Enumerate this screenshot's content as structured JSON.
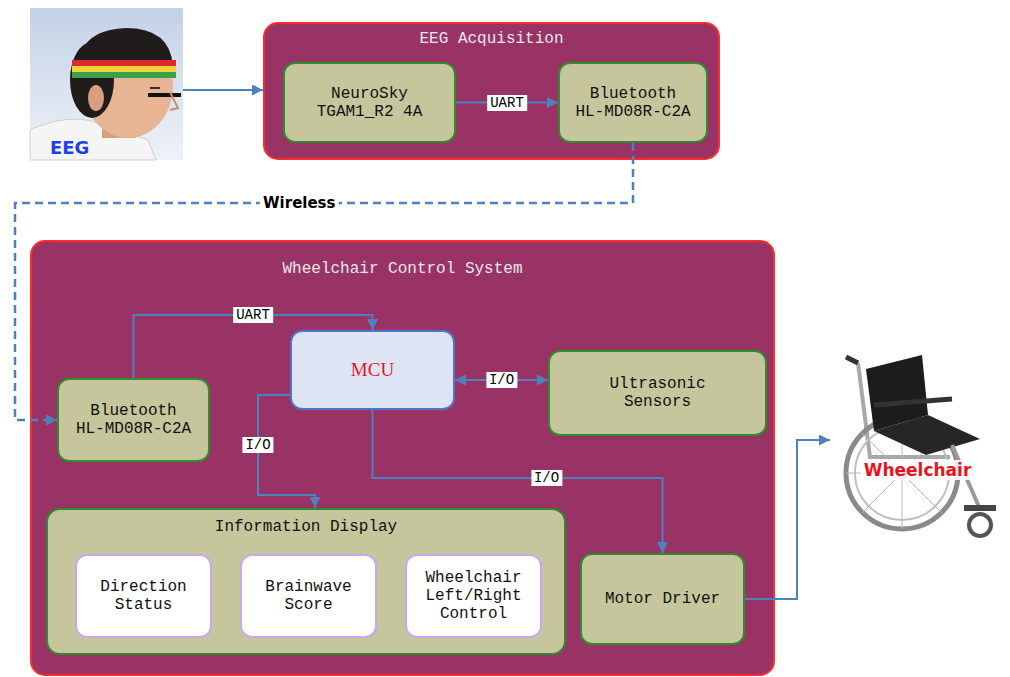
{
  "diagram": {
    "nodes": [
      {
        "text": [
          "EEG"
        ]
      },
      {
        "text": [
          "EEG Acquisition"
        ]
      },
      {
        "text": [
          "NeuroSky TGAM1_R2 4A"
        ],
        "in": 1
      },
      {
        "text": [
          "Bluetooth HL-MD08R-C2A"
        ],
        "in": 1
      },
      {
        "text": [
          "Wheelchair Control System"
        ]
      },
      {
        "text": [
          "Bluetooth HL-MD08R-C2A"
        ],
        "in": 4
      },
      {
        "text": [
          "MCU"
        ],
        "in": 4
      },
      {
        "text": [
          "Ultrasonic Sensors"
        ],
        "in": 4
      },
      {
        "text": [
          "Information Display"
        ],
        "in": 4
      },
      {
        "text": [
          "Direction Status"
        ],
        "in": 8
      },
      {
        "text": [
          "Brainwave Score"
        ],
        "in": 8
      },
      {
        "text": [
          "Wheelchair Left/Right Control"
        ],
        "in": 8
      },
      {
        "text": [
          "Motor Driver"
        ],
        "in": 4
      },
      {
        "text": [
          "Wheelchair"
        ]
      }
    ],
    "edges": [
      {
        "from": 0,
        "to": 1,
        "arrow": "to"
      },
      {
        "from": 2,
        "to": 3,
        "label": "UART",
        "arrow": "to"
      },
      {
        "from": 3,
        "to": 5,
        "label": "Wireless",
        "arrow": "to"
      },
      {
        "from": 5,
        "to": 6,
        "label": "UART",
        "arrow": "to"
      },
      {
        "from": 6,
        "to": 7,
        "label": "I/O",
        "arrow": "both"
      },
      {
        "from": 6,
        "to": 8,
        "label": "I/O",
        "arrow": "to"
      },
      {
        "from": 6,
        "to": 12,
        "label": "I/O",
        "arrow": "to"
      },
      {
        "from": 12,
        "to": 13,
        "arrow": "to"
      }
    ]
  }
}
